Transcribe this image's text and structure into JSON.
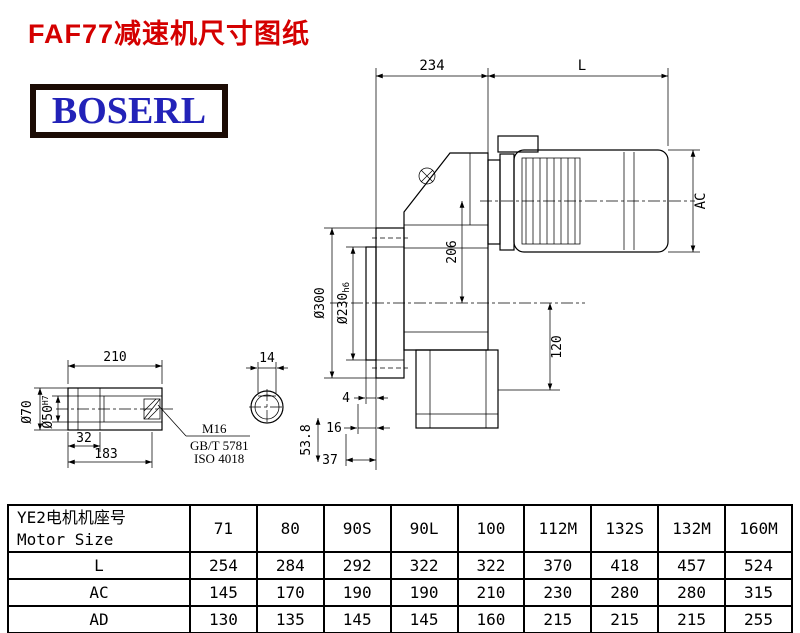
{
  "page": {
    "title": "FAF77减速机尺寸图纸",
    "logo_text": "BOSERL"
  },
  "drawing": {
    "dims": {
      "top_width": "234",
      "motor_length": "L",
      "motor_height": "AC",
      "center_distance": "206",
      "output_height": "120",
      "flange_od": "Ø300",
      "spigot_d": "Ø230",
      "spigot_tol": "h6",
      "offset_4": "4",
      "offset_16": "16",
      "offset_37": "37",
      "offset_53_8": "53.8",
      "shaft_total": "210",
      "key_width": "14",
      "key_len": "32",
      "shaft_len": "183",
      "shaft_od": "Ø70",
      "bore_d": "Ø50",
      "bore_tol": "H7",
      "thread": "M16",
      "std_gb": "GB/T 5781",
      "std_iso": "ISO 4018"
    }
  },
  "table": {
    "header_cn": "YE2电机机座号",
    "header_en": "Motor Size",
    "columns": [
      "71",
      "80",
      "90S",
      "90L",
      "100",
      "112M",
      "132S",
      "132M",
      "160M"
    ],
    "rows": [
      {
        "label": "L",
        "values": [
          "254",
          "284",
          "292",
          "322",
          "322",
          "370",
          "418",
          "457",
          "524"
        ]
      },
      {
        "label": "AC",
        "values": [
          "145",
          "170",
          "190",
          "190",
          "210",
          "230",
          "280",
          "280",
          "315"
        ]
      },
      {
        "label": "AD",
        "values": [
          "130",
          "135",
          "145",
          "145",
          "160",
          "215",
          "215",
          "215",
          "255"
        ]
      }
    ]
  }
}
